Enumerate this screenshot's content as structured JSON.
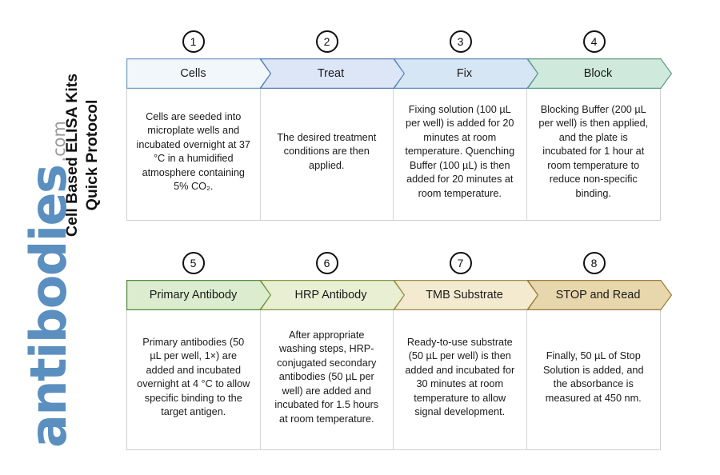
{
  "page": {
    "title_lines": [
      "Cell Based ELISA Kits",
      "Quick Protocol"
    ],
    "logo_word": "antibodies",
    "logo_suffix": ".com",
    "logo_color": "#5b8fbf",
    "logo_suffix_color": "#9a9a9a"
  },
  "rows": [
    {
      "id": "row-1",
      "steps": [
        {
          "number": "1",
          "label": "Cells",
          "fill": "#f2f7fc",
          "stroke": "#6e9ec4",
          "body": "Cells are seeded into microplate wells and incubated overnight at 37 °C in a humidified atmosphere containing 5% CO₂."
        },
        {
          "number": "2",
          "label": "Treat",
          "fill": "#dde6f6",
          "stroke": "#5a7fb5",
          "body": "The desired treatment conditions are then applied."
        },
        {
          "number": "3",
          "label": "Fix",
          "fill": "#d7e6f5",
          "stroke": "#5f8dba",
          "body": "Fixing solution (100 µL per well) is added for 20 minutes at room temperature. Quenching Buffer (100 µL) is then added for 20 minutes at room temperature."
        },
        {
          "number": "4",
          "label": "Block",
          "fill": "#cfeadd",
          "stroke": "#5f9c86",
          "body": "Blocking Buffer (200 µL per well) is then applied, and the plate is incubated for 1 hour at room temperature to reduce non-specific binding."
        }
      ]
    },
    {
      "id": "row-2",
      "steps": [
        {
          "number": "5",
          "label": "Primary Antibody",
          "fill": "#dcedcf",
          "stroke": "#4f8a3a",
          "body": "Primary antibodies (50 µL per well, 1×) are added and incubated overnight at 4 °C to allow specific binding to the target antigen."
        },
        {
          "number": "6",
          "label": "HRP Antibody",
          "fill": "#e8efd3",
          "stroke": "#7e9a3e",
          "body": "After appropriate washing steps, HRP-conjugated secondary antibodies (50 µL per well) are added and incubated for 1.5 hours at room temperature."
        },
        {
          "number": "7",
          "label": "TMB Substrate",
          "fill": "#f3ead0",
          "stroke": "#a08a4a",
          "body": "Ready-to-use substrate (50 µL per well) is then added and incubated for 30 minutes at room temperature to allow signal development."
        },
        {
          "number": "8",
          "label": "STOP and Read",
          "fill": "#e8d7ac",
          "stroke": "#9a7b38",
          "body": "Finally, 50 µL of Stop Solution is added, and the absorbance is measured at 450 nm."
        }
      ]
    }
  ]
}
